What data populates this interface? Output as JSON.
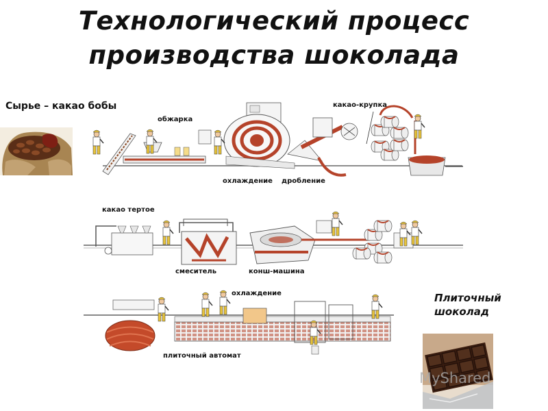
{
  "title": {
    "line1": "Технологический процесс",
    "line2": "производства шоколада"
  },
  "captions": {
    "raw": "Сырье – какао бобы",
    "product": "Плиточный шоколад"
  },
  "labels": {
    "roasting": "обжарка",
    "nibs": "какао-крупка",
    "cooling1": "охлаждение",
    "crushing": "дробление",
    "liquor": "какао тертое",
    "mixer": "смеситель",
    "conche": "конш-машина",
    "cooling2": "охлаждение",
    "bar_machine": "плиточный автомат"
  },
  "watermark": "MyShared",
  "colors": {
    "chocolate": "#b5432a",
    "machine_line": "#555555",
    "bean_brown": "#6b3b1e",
    "worker_yellow": "#e7c33b"
  }
}
